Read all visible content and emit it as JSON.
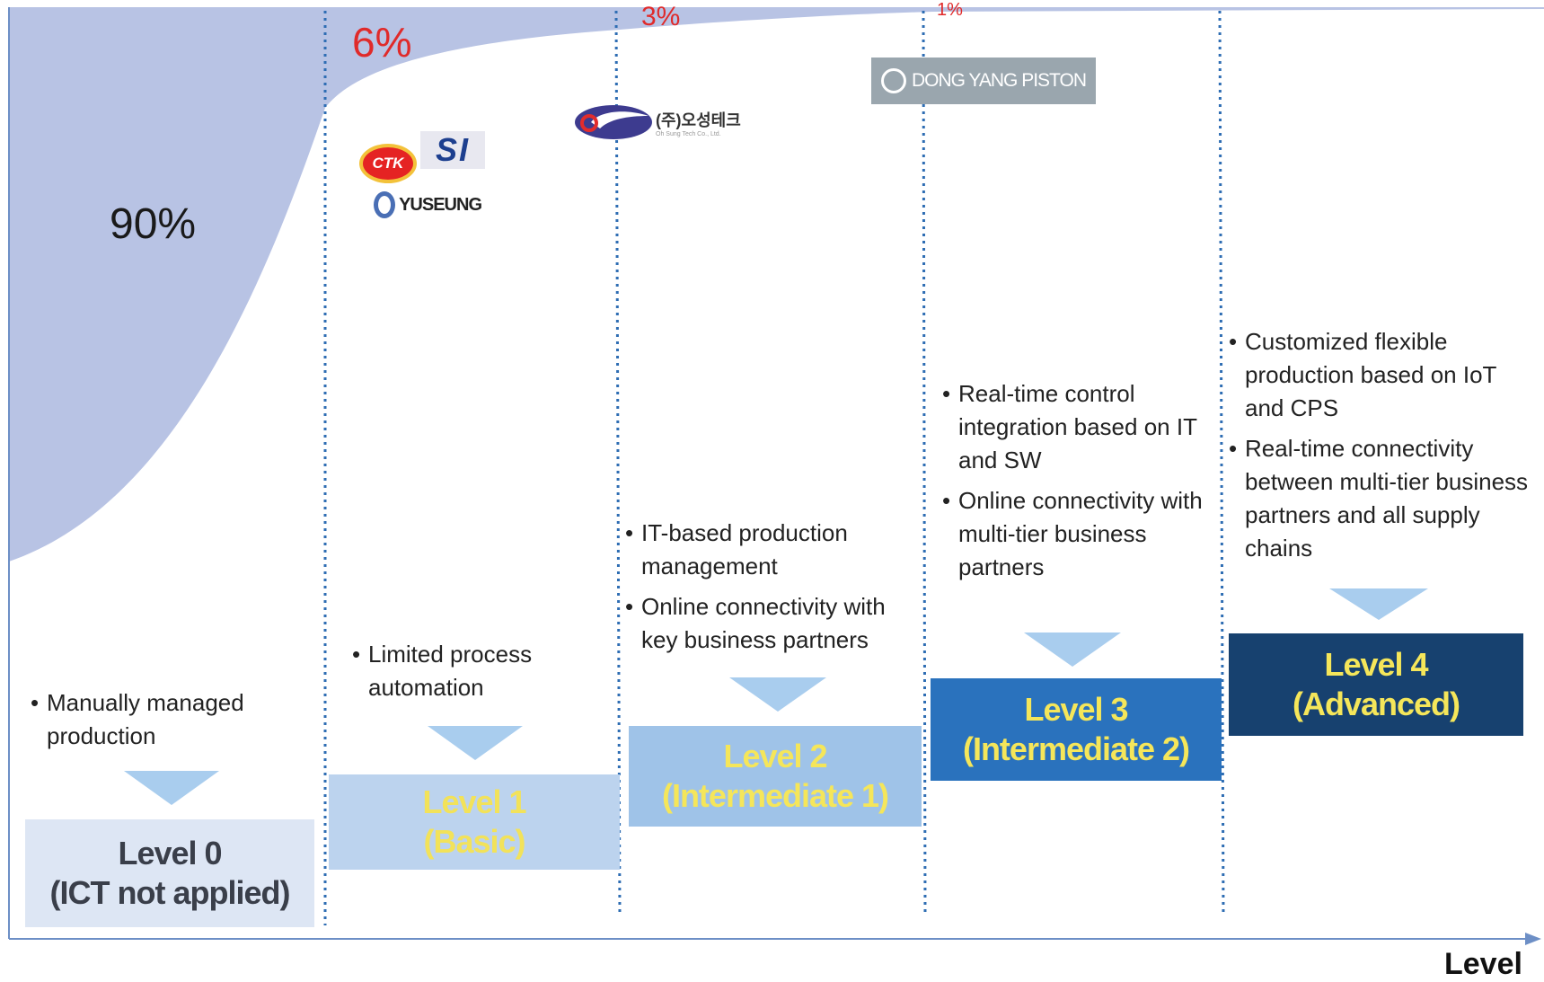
{
  "distribution": {
    "level0": "90%",
    "level1": "6%",
    "level2": "3%",
    "level3": "1%"
  },
  "levels": [
    {
      "name": "Level 0",
      "subtitle": "(ICT not applied)",
      "bullets": [
        "Manually managed production"
      ],
      "fill": "#dde6f4",
      "text_color": "#3a3f4a"
    },
    {
      "name": "Level 1",
      "subtitle": "(Basic)",
      "bullets": [
        "Limited process automation"
      ],
      "fill": "#bcd3ee",
      "text_color": "#f2e25a"
    },
    {
      "name": "Level 2",
      "subtitle": "(Intermediate 1)",
      "bullets": [
        "IT-based production management",
        "Online connectivity with key business partners"
      ],
      "fill": "#9fc3e8",
      "text_color": "#f5e65a"
    },
    {
      "name": "Level 3",
      "subtitle": "(Intermediate 2)",
      "bullets": [
        "Real-time  control integration based on IT and SW",
        "Online connectivity with multi-tier business partners"
      ],
      "fill": "#2a72bd",
      "text_color": "#f5e65a"
    },
    {
      "name": "Level 4",
      "subtitle": "(Advanced)",
      "bullets": [
        "Customized flexible production based on IoT and CPS",
        "Real-time connectivity between multi-tier business partners and all supply chains"
      ],
      "fill": "#17416f",
      "text_color": "#f5e65a"
    }
  ],
  "logos": {
    "ctk": "CTK",
    "si": "SI",
    "yuseung": "YUSEUNG",
    "osung": "(주)오성테크",
    "osung_sub": "Oh Sung Tech Co., Ltd.",
    "dongyang": "DONG YANG PISTON"
  },
  "axis": {
    "x_label": "Level"
  },
  "colors": {
    "curve_fill": "#b8c3e4",
    "divider": "#2e6db3",
    "arrow": "#a9cdee",
    "axis": "#6d8fc6"
  }
}
